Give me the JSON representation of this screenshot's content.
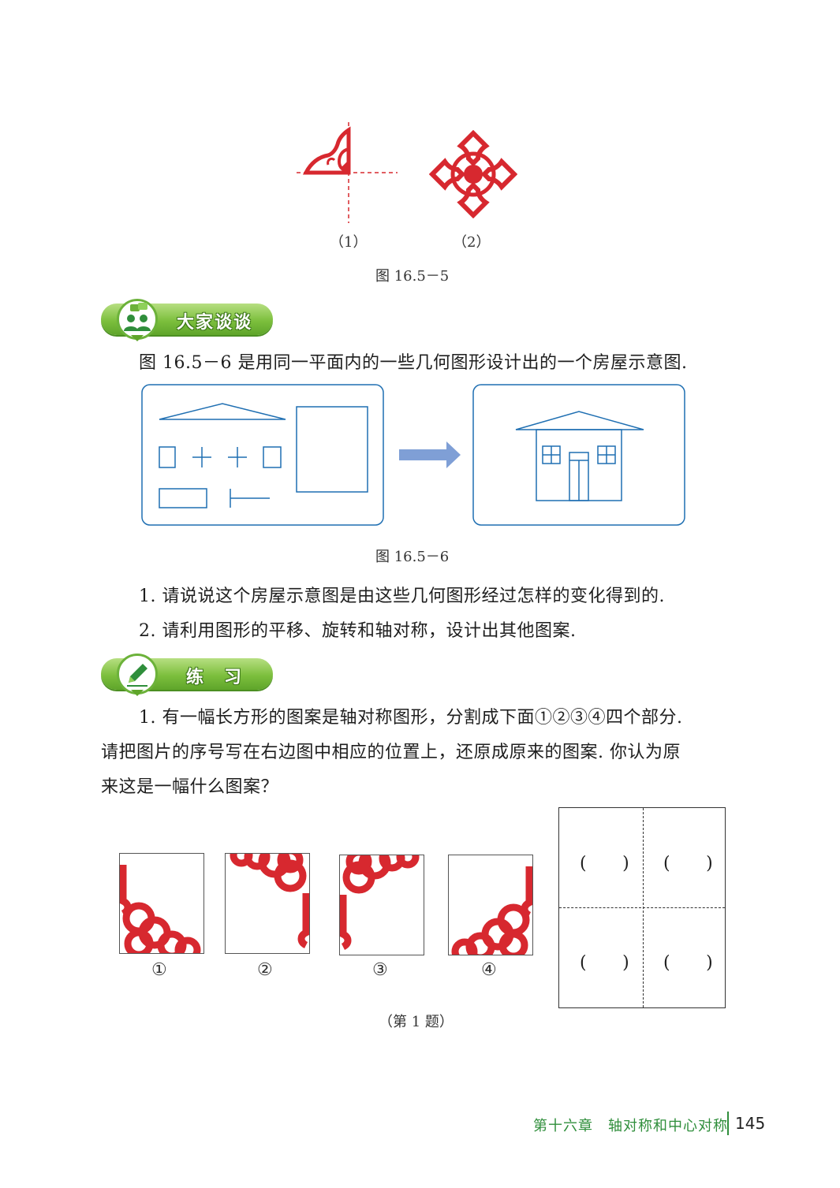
{
  "figure_16_5_5": {
    "sub1": "（1）",
    "sub2": "（2）",
    "caption": "图 16.5－5"
  },
  "discussion": {
    "banner_label": "大家谈谈",
    "intro": "图 16.5－6 是用同一平面内的一些几何图形设计出的一个房屋示意图.",
    "caption": "图 16.5－6",
    "q1": "1. 请说说这个房屋示意图是由这些几何图形经过怎样的变化得到的.",
    "q2": "2. 请利用图形的平移、旋转和轴对称，设计出其他图案."
  },
  "exercise": {
    "banner_label": "练　习",
    "line1": "1. 有一幅长方形的图案是轴对称图形，分割成下面①②③④四个部分.",
    "line2": "请把图片的序号写在右边图中相应的位置上，还原成原来的图案. 你认为原",
    "line3": "来这是一幅什么图案？",
    "labels": [
      "①",
      "②",
      "③",
      "④"
    ],
    "blank": "(　　)",
    "caption": "（第 1 题）"
  },
  "footer": {
    "chapter": "第十六章　轴对称和中心对称",
    "page": "145"
  },
  "colors": {
    "ornament_red": "#d7282f",
    "diagram_blue": "#1f6fb2",
    "arrow_blue": "#7f9fd6",
    "banner_green": "#6cb23a",
    "footer_green": "#2f8e3b"
  }
}
